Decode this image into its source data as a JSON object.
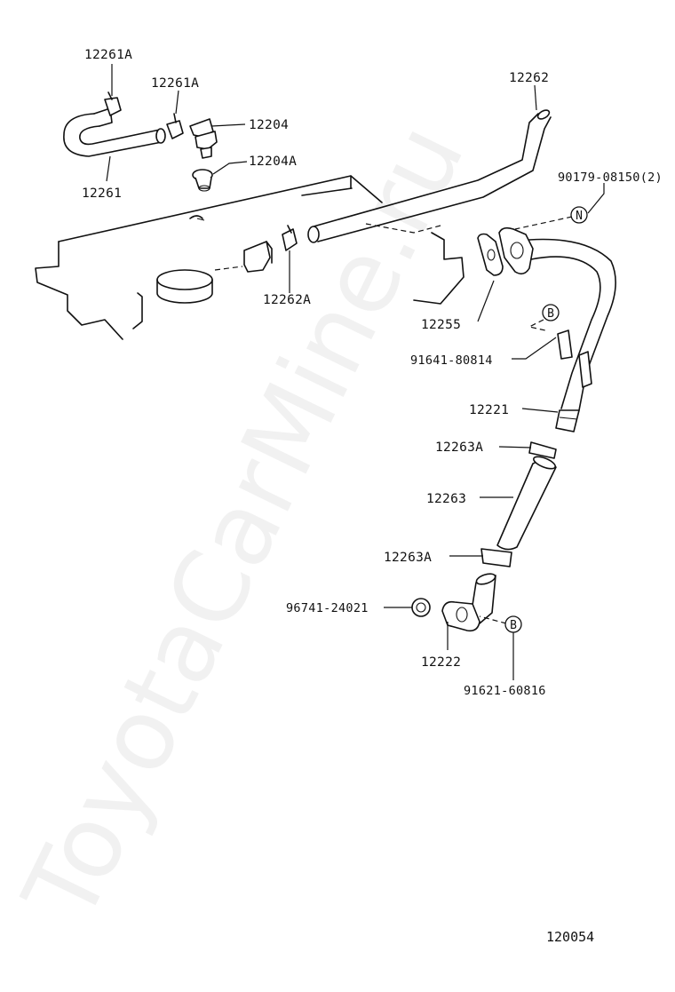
{
  "watermark": "ToyotaCarMine.ru",
  "diagram_id": "120054",
  "parts": {
    "p12261A_a": "12261A",
    "p12261A_b": "12261A",
    "p12204": "12204",
    "p12204A": "12204A",
    "p12261": "12261",
    "p12262": "12262",
    "p12262A": "12262A",
    "p90179": "90179-08150(2)",
    "p12255": "12255",
    "p91641": "91641-80814",
    "p12221": "12221",
    "p12263A_a": "12263A",
    "p12263": "12263",
    "p12263A_b": "12263A",
    "p96741": "96741-24021",
    "p12222": "12222",
    "p91621": "91621-60816"
  },
  "callouts": {
    "n": "N",
    "b1": "B",
    "b2": "B"
  }
}
